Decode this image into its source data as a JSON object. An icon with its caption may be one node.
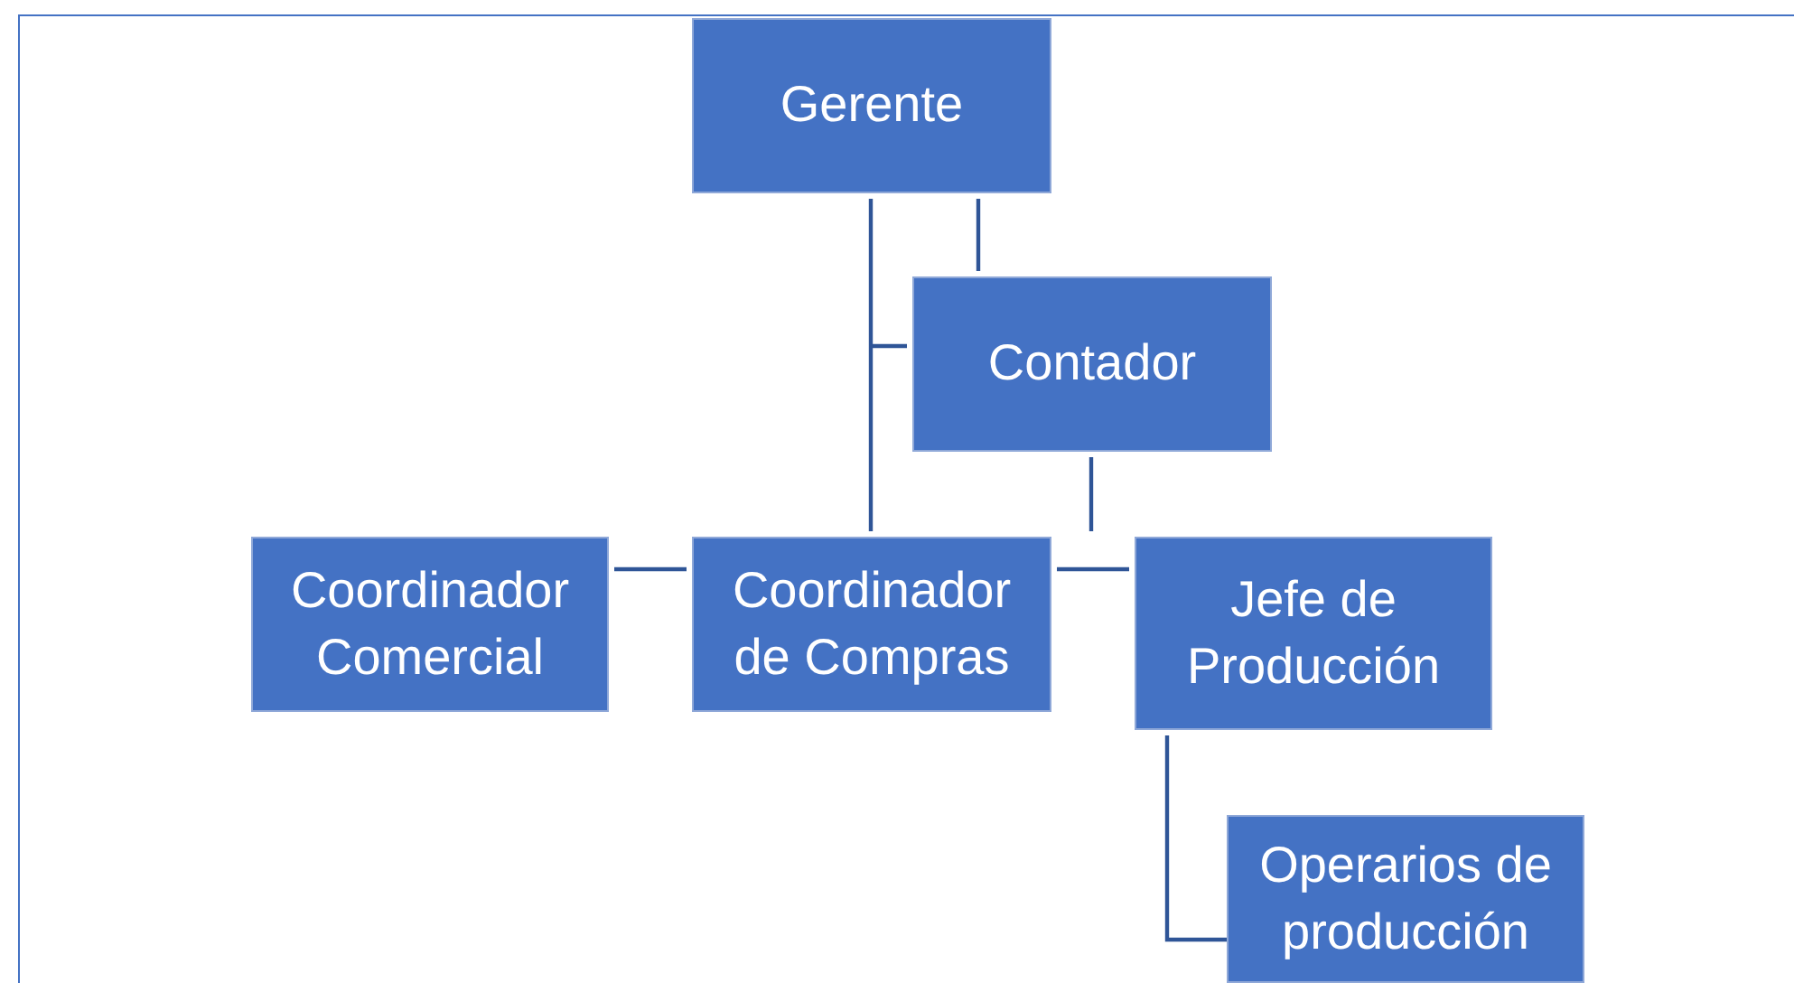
{
  "diagram": {
    "nodes": [
      {
        "text": [
          "Gerente"
        ]
      },
      {
        "text": [
          "Contador"
        ]
      },
      {
        "text": [
          "Coordinador Comercial"
        ]
      },
      {
        "text": [
          "Coordinador de Compras"
        ]
      },
      {
        "text": [
          "Jefe de Producción"
        ]
      },
      {
        "text": [
          "Operarios de producción"
        ]
      }
    ],
    "edges": [
      {
        "from": 0,
        "to": 1,
        "arrow": "none"
      },
      {
        "from": 0,
        "to": 3,
        "arrow": "none"
      },
      {
        "from": 1,
        "to": 3,
        "arrow": "none"
      },
      {
        "from": 3,
        "to": 2,
        "arrow": "none"
      },
      {
        "from": 3,
        "to": 4,
        "arrow": "none"
      },
      {
        "from": 4,
        "to": 5,
        "arrow": "none"
      }
    ]
  }
}
